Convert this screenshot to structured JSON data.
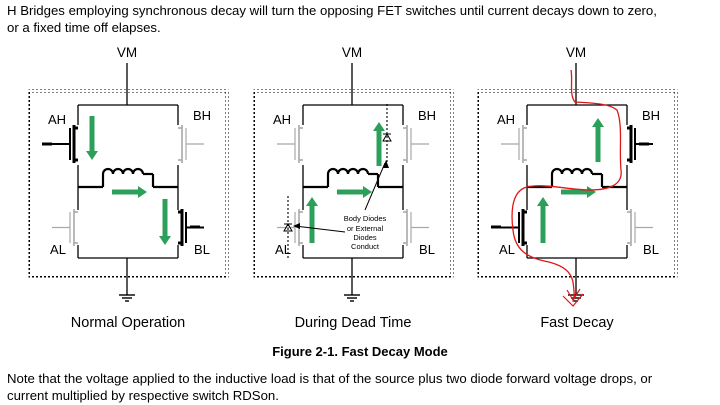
{
  "intro": {
    "line1": "H Bridges employing synchronous decay will turn the opposing FET switches until current decays down to zero,",
    "line2": "or a fixed time off elapses."
  },
  "colors": {
    "arrow": "#2ca05a",
    "hand_drawn": "#e01818",
    "active_fet": "#000000",
    "inactive_fet": "#a8a8a8"
  },
  "panels": [
    {
      "supply": "VM",
      "ah": "AH",
      "bh": "BH",
      "al": "AL",
      "bl": "BL",
      "caption": "Normal Operation"
    },
    {
      "supply": "VM",
      "ah": "AH",
      "bh": "BH",
      "al": "AL",
      "bl": "BL",
      "caption": "During Dead Time",
      "callout": [
        "Body Diodes",
        "or External",
        "Diodes",
        "Conduct"
      ]
    },
    {
      "supply": "VM",
      "ah": "AH",
      "bh": "BH",
      "al": "AL",
      "bl": "BL",
      "caption": "Fast Decay"
    }
  ],
  "figure": {
    "caption": "Figure 2-1. Fast Decay Mode"
  },
  "note": {
    "line1": "Note that the voltage applied to the inductive load is that of the source plus two diode forward voltage drops, or",
    "line2": "current multiplied by respective switch RDSon."
  }
}
